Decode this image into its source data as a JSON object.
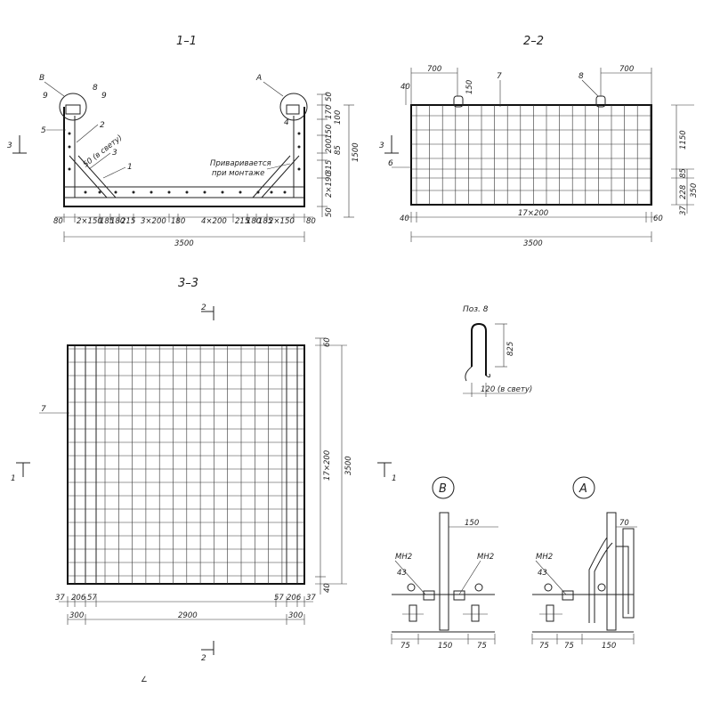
{
  "titles": {
    "s11": "1–1",
    "s22": "2–2",
    "s33": "3–3",
    "pos8": "Поз. 8"
  },
  "section_marks": {
    "n1": "1",
    "n2": "2",
    "n3": "3"
  },
  "callouts": {
    "B": "В",
    "A": "А",
    "n9": "9",
    "n8": "8",
    "n5": "5",
    "n2": "2",
    "n3": "3",
    "n1": "1",
    "n4": "4",
    "n7": "7",
    "n6": "6",
    "svetu50": "50 (в свету)",
    "weld_1": "Приваривается",
    "weld_2": "при монтаже"
  },
  "dims_11": {
    "bottom": [
      "80",
      "2×150",
      "185",
      "180",
      "215",
      "3×200",
      "180",
      "4×200",
      "215",
      "180",
      "185",
      "2×150",
      "80"
    ],
    "total": "3500",
    "right": [
      "50",
      "170",
      "100",
      "150",
      "200",
      "85",
      "315",
      "2×190",
      "50"
    ],
    "right_total": "1500"
  },
  "dims_22": {
    "top_left": "700",
    "top_right": "700",
    "d150": "150",
    "d40": "40",
    "right": [
      "1150",
      "85",
      "350",
      "228",
      "37"
    ],
    "bottom": [
      "40",
      "17×200",
      "60"
    ],
    "total": "3500"
  },
  "dims_33": {
    "right": [
      "60",
      "17×200",
      "3500",
      "40"
    ],
    "bottom_small": [
      "37",
      "206",
      "57",
      "57",
      "206",
      "37"
    ],
    "bottom": [
      "300",
      "2900",
      "300"
    ]
  },
  "pos8": {
    "h": "825",
    "w": "120 (в свету)"
  },
  "detail_B": {
    "label": "В",
    "d150": "150",
    "mh_left": "МН2",
    "mh_right": "МН2",
    "d43": "43",
    "bottom": [
      "75",
      "150",
      "75"
    ]
  },
  "detail_A": {
    "label": "А",
    "d70": "70",
    "mh": "МН2",
    "d43": "43",
    "bottom": [
      "75",
      "75",
      "150"
    ]
  },
  "stray": "∠"
}
